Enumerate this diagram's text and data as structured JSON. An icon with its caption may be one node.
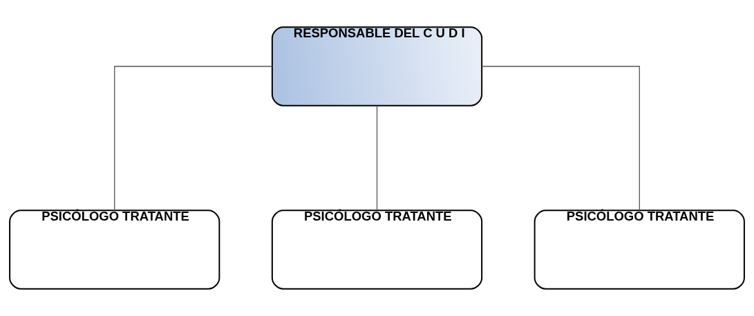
{
  "diagram": {
    "nodes": [
      {
        "text": [
          "RESPONSABLE DEL C U D I"
        ]
      },
      {
        "text": [
          "PSICÓLOGO TRATANTE"
        ]
      },
      {
        "text": [
          "PSICÓLOGO TRATANTE"
        ]
      },
      {
        "text": [
          "PSICÓLOGO TRATANTE"
        ]
      }
    ],
    "edges": [
      {
        "from": 0,
        "to": 1,
        "arrow": "none"
      },
      {
        "from": 0,
        "to": 2,
        "arrow": "none"
      },
      {
        "from": 0,
        "to": 3,
        "arrow": "none"
      }
    ]
  }
}
